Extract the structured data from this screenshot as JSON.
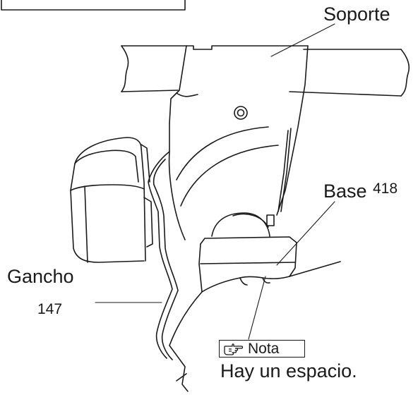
{
  "labels": {
    "soporte": "Soporte",
    "base": "Base",
    "base_number": "418",
    "gancho": "Gancho",
    "gancho_number": "147"
  },
  "note": {
    "icon": "pointing-hand-icon",
    "title": "Nota",
    "text": "Hay un espacio."
  },
  "colors": {
    "line": "#1a1a1a",
    "background": "#ffffff"
  }
}
